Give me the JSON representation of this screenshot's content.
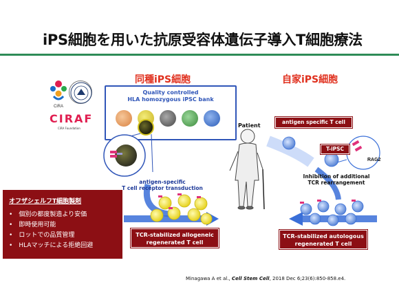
{
  "title": "iPS細胞を用いた抗原受容体遺伝子導入T細胞療法",
  "logos": {
    "cira_text": "CiRA",
    "ciraf_text": "CIRAF",
    "ciraf_sub": "CiRA Foundation"
  },
  "allogeneic": {
    "heading": "同種iPS細胞",
    "bank_title_line1": "Quality controlled",
    "bank_title_line2": "HLA homozygous iPSC bank",
    "transduction_line1": "antigen-specific",
    "transduction_line2": "T cell receptor transduction",
    "result_line1": "TCR-stabilized allogeneic",
    "result_line2": "regenerated T cell"
  },
  "autologous": {
    "heading": "自家iPS細胞",
    "patient": "Patient",
    "antigen_specific": "antigen specific T cell",
    "tipsc": "T-iPSC",
    "rag_label": "RAG2",
    "inhibition_line1": "Inhibition of additional",
    "inhibition_line2": "TCR rearrangement",
    "result_line1": "TCR-stabilized autologous",
    "result_line2": "regenerated T cell"
  },
  "off_the_shelf": {
    "title": "オフザシェルフT細胞製剤",
    "items": [
      "個別の都度製造より安価",
      "即時使用可能",
      "ロットでの品質管理",
      "HLAマッチによる拒絶回避"
    ]
  },
  "citation": {
    "authors": "Minagawa A et al., ",
    "journal": "Cell Stem Cell",
    "rest": ", 2018 Dec 6;23(6):850-858.e4."
  },
  "colors": {
    "title_rule": "#2e8b57",
    "heading_red": "#e0301e",
    "box_blue": "#2f55b8",
    "box_red": "#8c0f14",
    "arrow_blue": "#3a6fd8"
  }
}
